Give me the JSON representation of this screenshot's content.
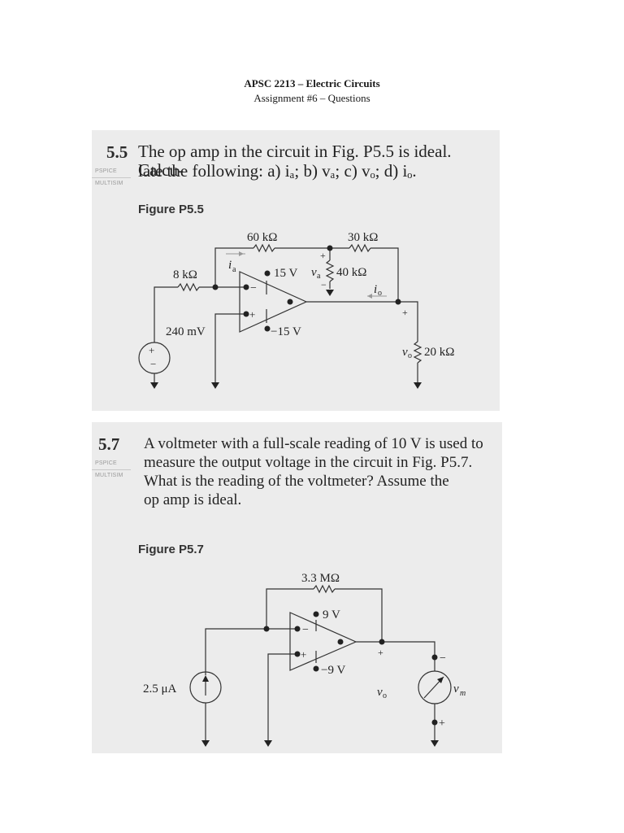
{
  "header": {
    "title": "APSC 2213 – Electric Circuits",
    "subtitle": "Assignment #6 – Questions"
  },
  "problems": [
    {
      "number": "5.5",
      "lines": [
        "The op amp in the circuit in Fig. P5.5 is ideal. Calcu-",
        "late the following: a) iₐ;  b) vₐ;  c) vₒ;  d) iₒ."
      ],
      "tags": [
        "PSPICE",
        "MULTISIM"
      ],
      "figure_label": "Figure P5.5",
      "circuit": {
        "resistors": [
          "60 kΩ",
          "30 kΩ",
          "8 kΩ",
          "40 kΩ",
          "20 kΩ"
        ],
        "source": "240 mV",
        "supply_pos": "15 V",
        "supply_neg": "−15 V",
        "labels": {
          "ia": "i",
          "ia_sub": "a",
          "va": "v",
          "va_sub": "a",
          "io": "i",
          "io_sub": "o",
          "vo": "v",
          "vo_sub": "o"
        }
      }
    },
    {
      "number": "5.7",
      "lines": [
        "A voltmeter with a full-scale reading of 10 V is used to",
        "measure the output voltage in the circuit in Fig. P5.7.",
        "What is the reading of the voltmeter? Assume the",
        "op amp is ideal."
      ],
      "tags": [
        "PSPICE",
        "MULTISIM"
      ],
      "figure_label": "Figure P5.7",
      "circuit": {
        "resistors": [
          "3.3 MΩ"
        ],
        "source": "2.5 μA",
        "supply_pos": "9 V",
        "supply_neg": "−9 V",
        "labels": {
          "vo": "v",
          "vo_sub": "o",
          "vm": "v",
          "vm_sub": "m"
        }
      }
    }
  ]
}
